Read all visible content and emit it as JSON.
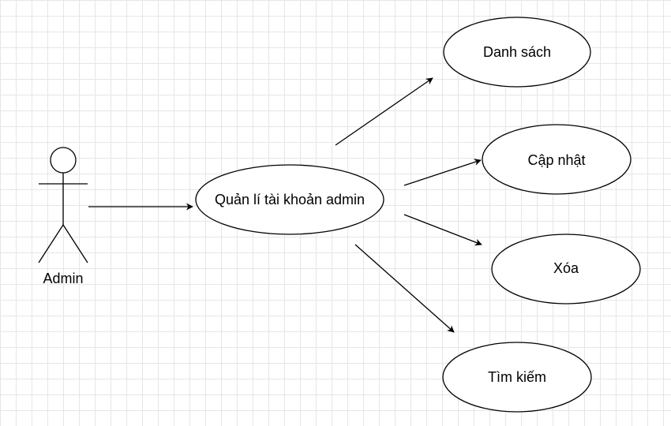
{
  "diagram": {
    "actor": {
      "label": "Admin"
    },
    "main_use_case": {
      "label": "Quản lí tài khoản admin"
    },
    "sub_use_cases": [
      {
        "label": "Danh sách"
      },
      {
        "label": "Cập nhật"
      },
      {
        "label": "Xóa"
      },
      {
        "label": "Tìm kiếm"
      }
    ]
  }
}
